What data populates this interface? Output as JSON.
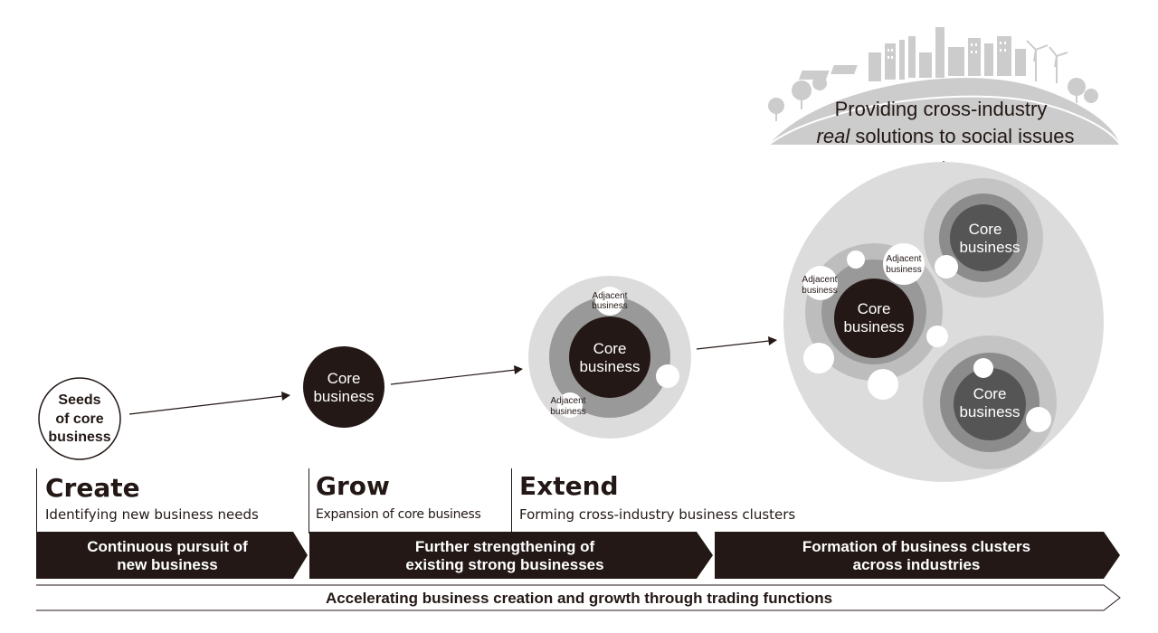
{
  "colors": {
    "dark": "#231815",
    "mid_grey": "#999999",
    "light_grey": "#dcdcdc",
    "globe_grey": "#cccccc",
    "white": "#ffffff"
  },
  "top_goal": {
    "line1": "Providing cross-industry",
    "line2_emph": "real",
    "line2_rest": " solutions to social issues"
  },
  "stage_seed": {
    "line1": "Seeds",
    "line2": "of core",
    "line3": "business"
  },
  "stage_core": {
    "line1": "Core",
    "line2": "business"
  },
  "stage_extend": {
    "core_line1": "Core",
    "core_line2": "business",
    "adj_top_1": "Adjacent",
    "adj_top_2": "business",
    "adj_bottom_1": "Adjacent",
    "adj_bottom_2": "business"
  },
  "stage_cluster": {
    "main_core_1": "Core",
    "main_core_2": "business",
    "adj_left_1": "Adjacent",
    "adj_left_2": "business",
    "adj_right_1": "Adjacent",
    "adj_right_2": "business",
    "upper_core_1": "Core",
    "upper_core_2": "business",
    "lower_core_1": "Core",
    "lower_core_2": "business"
  },
  "phases": [
    {
      "title": "Create",
      "subtitle": "Identifying new business needs"
    },
    {
      "title": "Grow",
      "subtitle": "Expansion of core business"
    },
    {
      "title": "Extend",
      "subtitle": "Forming cross-industry business clusters"
    }
  ],
  "banners": [
    {
      "line1": "Continuous pursuit of",
      "line2": "new business"
    },
    {
      "line1": "Further strengthening of",
      "line2": "existing strong businesses"
    },
    {
      "line1": "Formation of business clusters",
      "line2": "across industries"
    }
  ],
  "bottom_banner": "Accelerating business creation and growth through trading functions"
}
